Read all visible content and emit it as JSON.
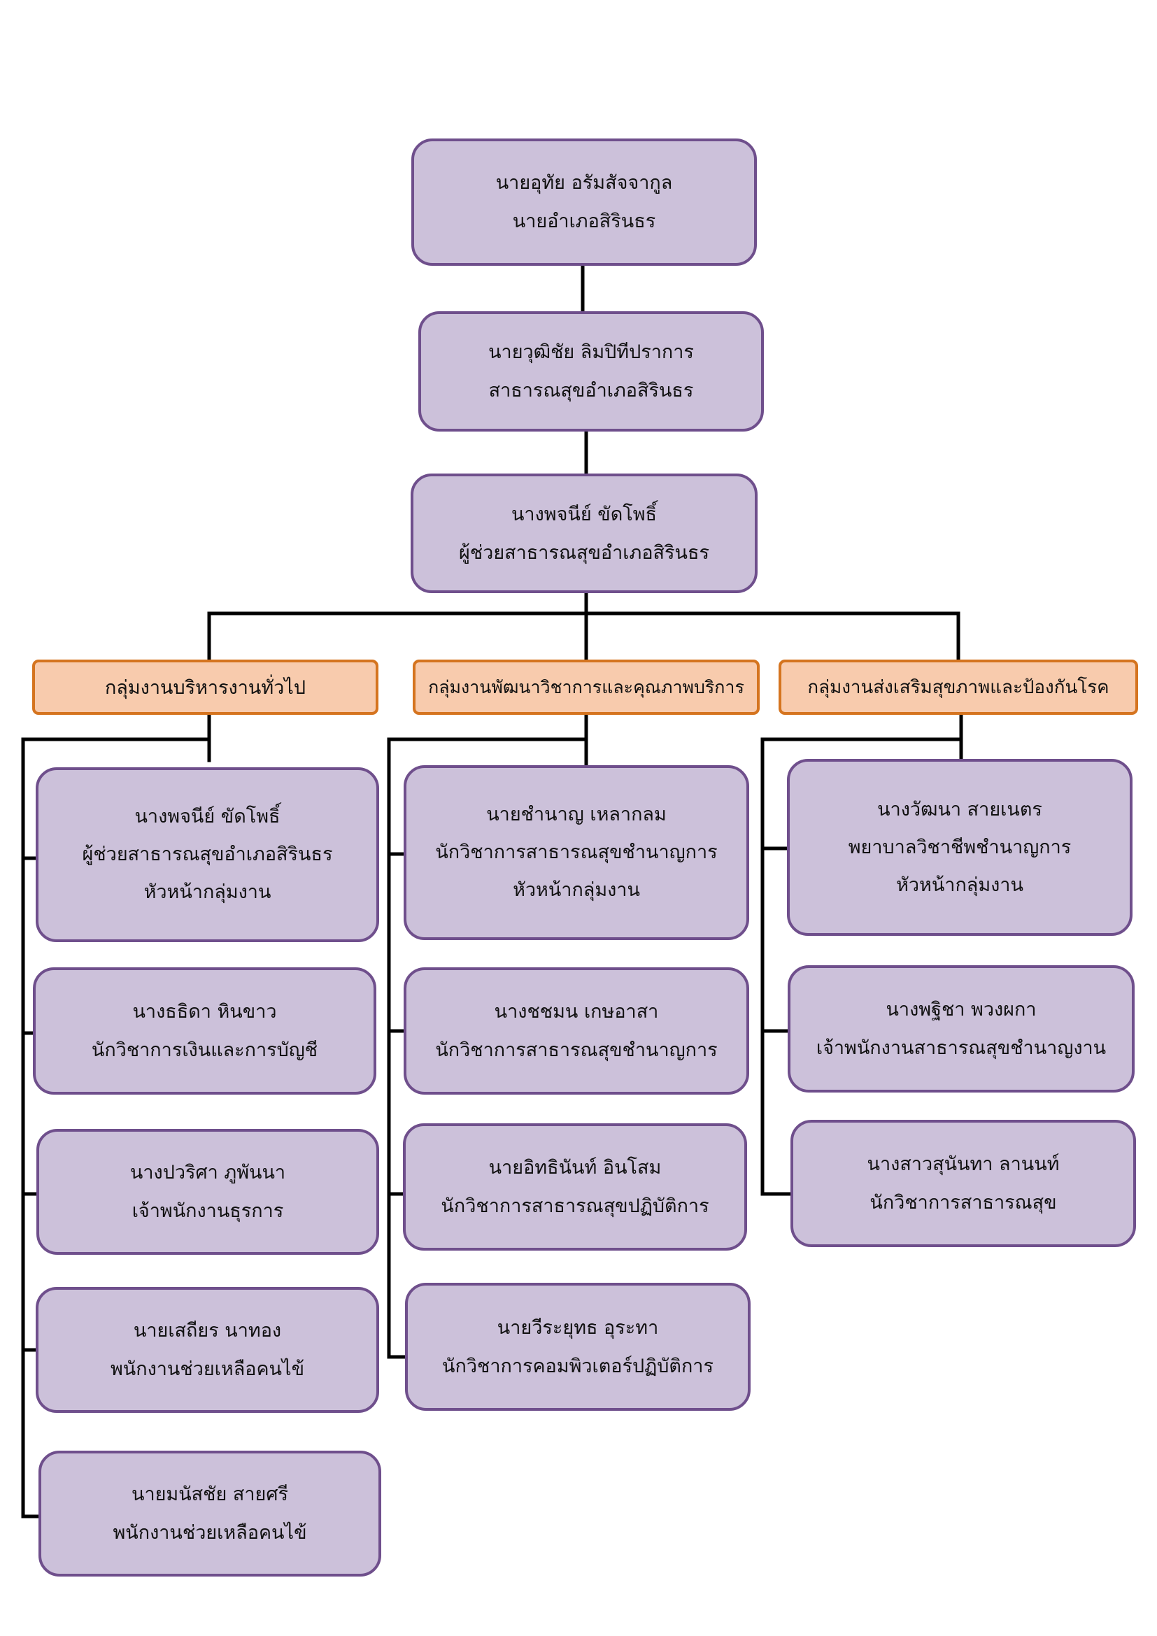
{
  "colors": {
    "person_fill": "#ccc1da",
    "person_border": "#6f4f8c",
    "group_fill": "#f8cbad",
    "group_border": "#d5741f",
    "line": "#000000"
  },
  "top": [
    {
      "name": "นายอุทัย อรัมสัจจากูล",
      "position": "นายอำเภอสิรินธร"
    },
    {
      "name": "นายวุฒิชัย ลิมปิทีปราการ",
      "position": "สาธารณสุขอำเภอสิรินธร"
    },
    {
      "name": "นางพจนีย์ ขัดโพธิ์",
      "position": "ผู้ช่วยสาธารณสุขอำเภอสิรินธร"
    }
  ],
  "groups": [
    {
      "title": "กลุ่มงานบริหารงานทั่วไป",
      "members": [
        {
          "name": "นางพจนีย์  ขัดโพธิ์",
          "position": "ผู้ช่วยสาธารณสุขอำเภอสิรินธร",
          "role": "หัวหน้ากลุ่มงาน"
        },
        {
          "name": "นางธธิดา หินขาว",
          "position": "นักวิชาการเงินและการบัญชี"
        },
        {
          "name": "นางปวริศา ภูพันนา",
          "position": "เจ้าพนักงานธุรการ"
        },
        {
          "name": "นายเสถียร นาทอง",
          "position": "พนักงานช่วยเหลือคนไข้"
        },
        {
          "name": "นายมนัสชัย  สายศรี",
          "position": "พนักงานช่วยเหลือคนไข้"
        }
      ]
    },
    {
      "title": "กลุ่มงานพัฒนาวิชาการและคุณภาพบริการ",
      "members": [
        {
          "name": "นายชำนาญ เหลากลม",
          "position": "นักวิชาการสาธารณสุขชำนาญการ",
          "role": "หัวหน้ากลุ่มงาน"
        },
        {
          "name": "นางชชมน เกษอาสา",
          "position": "นักวิชาการสาธารณสุขชำนาญการ"
        },
        {
          "name": "นายอิทธินันท์  อินโสม",
          "position": "นักวิชาการสาธารณสุขปฏิบัติการ"
        },
        {
          "name": "นายวีระยุทธ อุระทา",
          "position": "นักวิชาการคอมพิวเตอร์ปฏิบัติการ"
        }
      ]
    },
    {
      "title": "กลุ่มงานส่งเสริมสุขภาพและป้องกันโรค",
      "members": [
        {
          "name": "นางวัฒนา  สายเนตร",
          "position": "พยาบาลวิชาชีพชำนาญการ",
          "role": "หัวหน้ากลุ่มงาน"
        },
        {
          "name": "นางพฐิชา พวงผกา",
          "position": "เจ้าพนักงานสาธารณสุขชำนาญงาน"
        },
        {
          "name": "นางสาวสุนันทา  ลานนท์",
          "position": "นักวิชาการสาธารณสุข"
        }
      ]
    }
  ]
}
